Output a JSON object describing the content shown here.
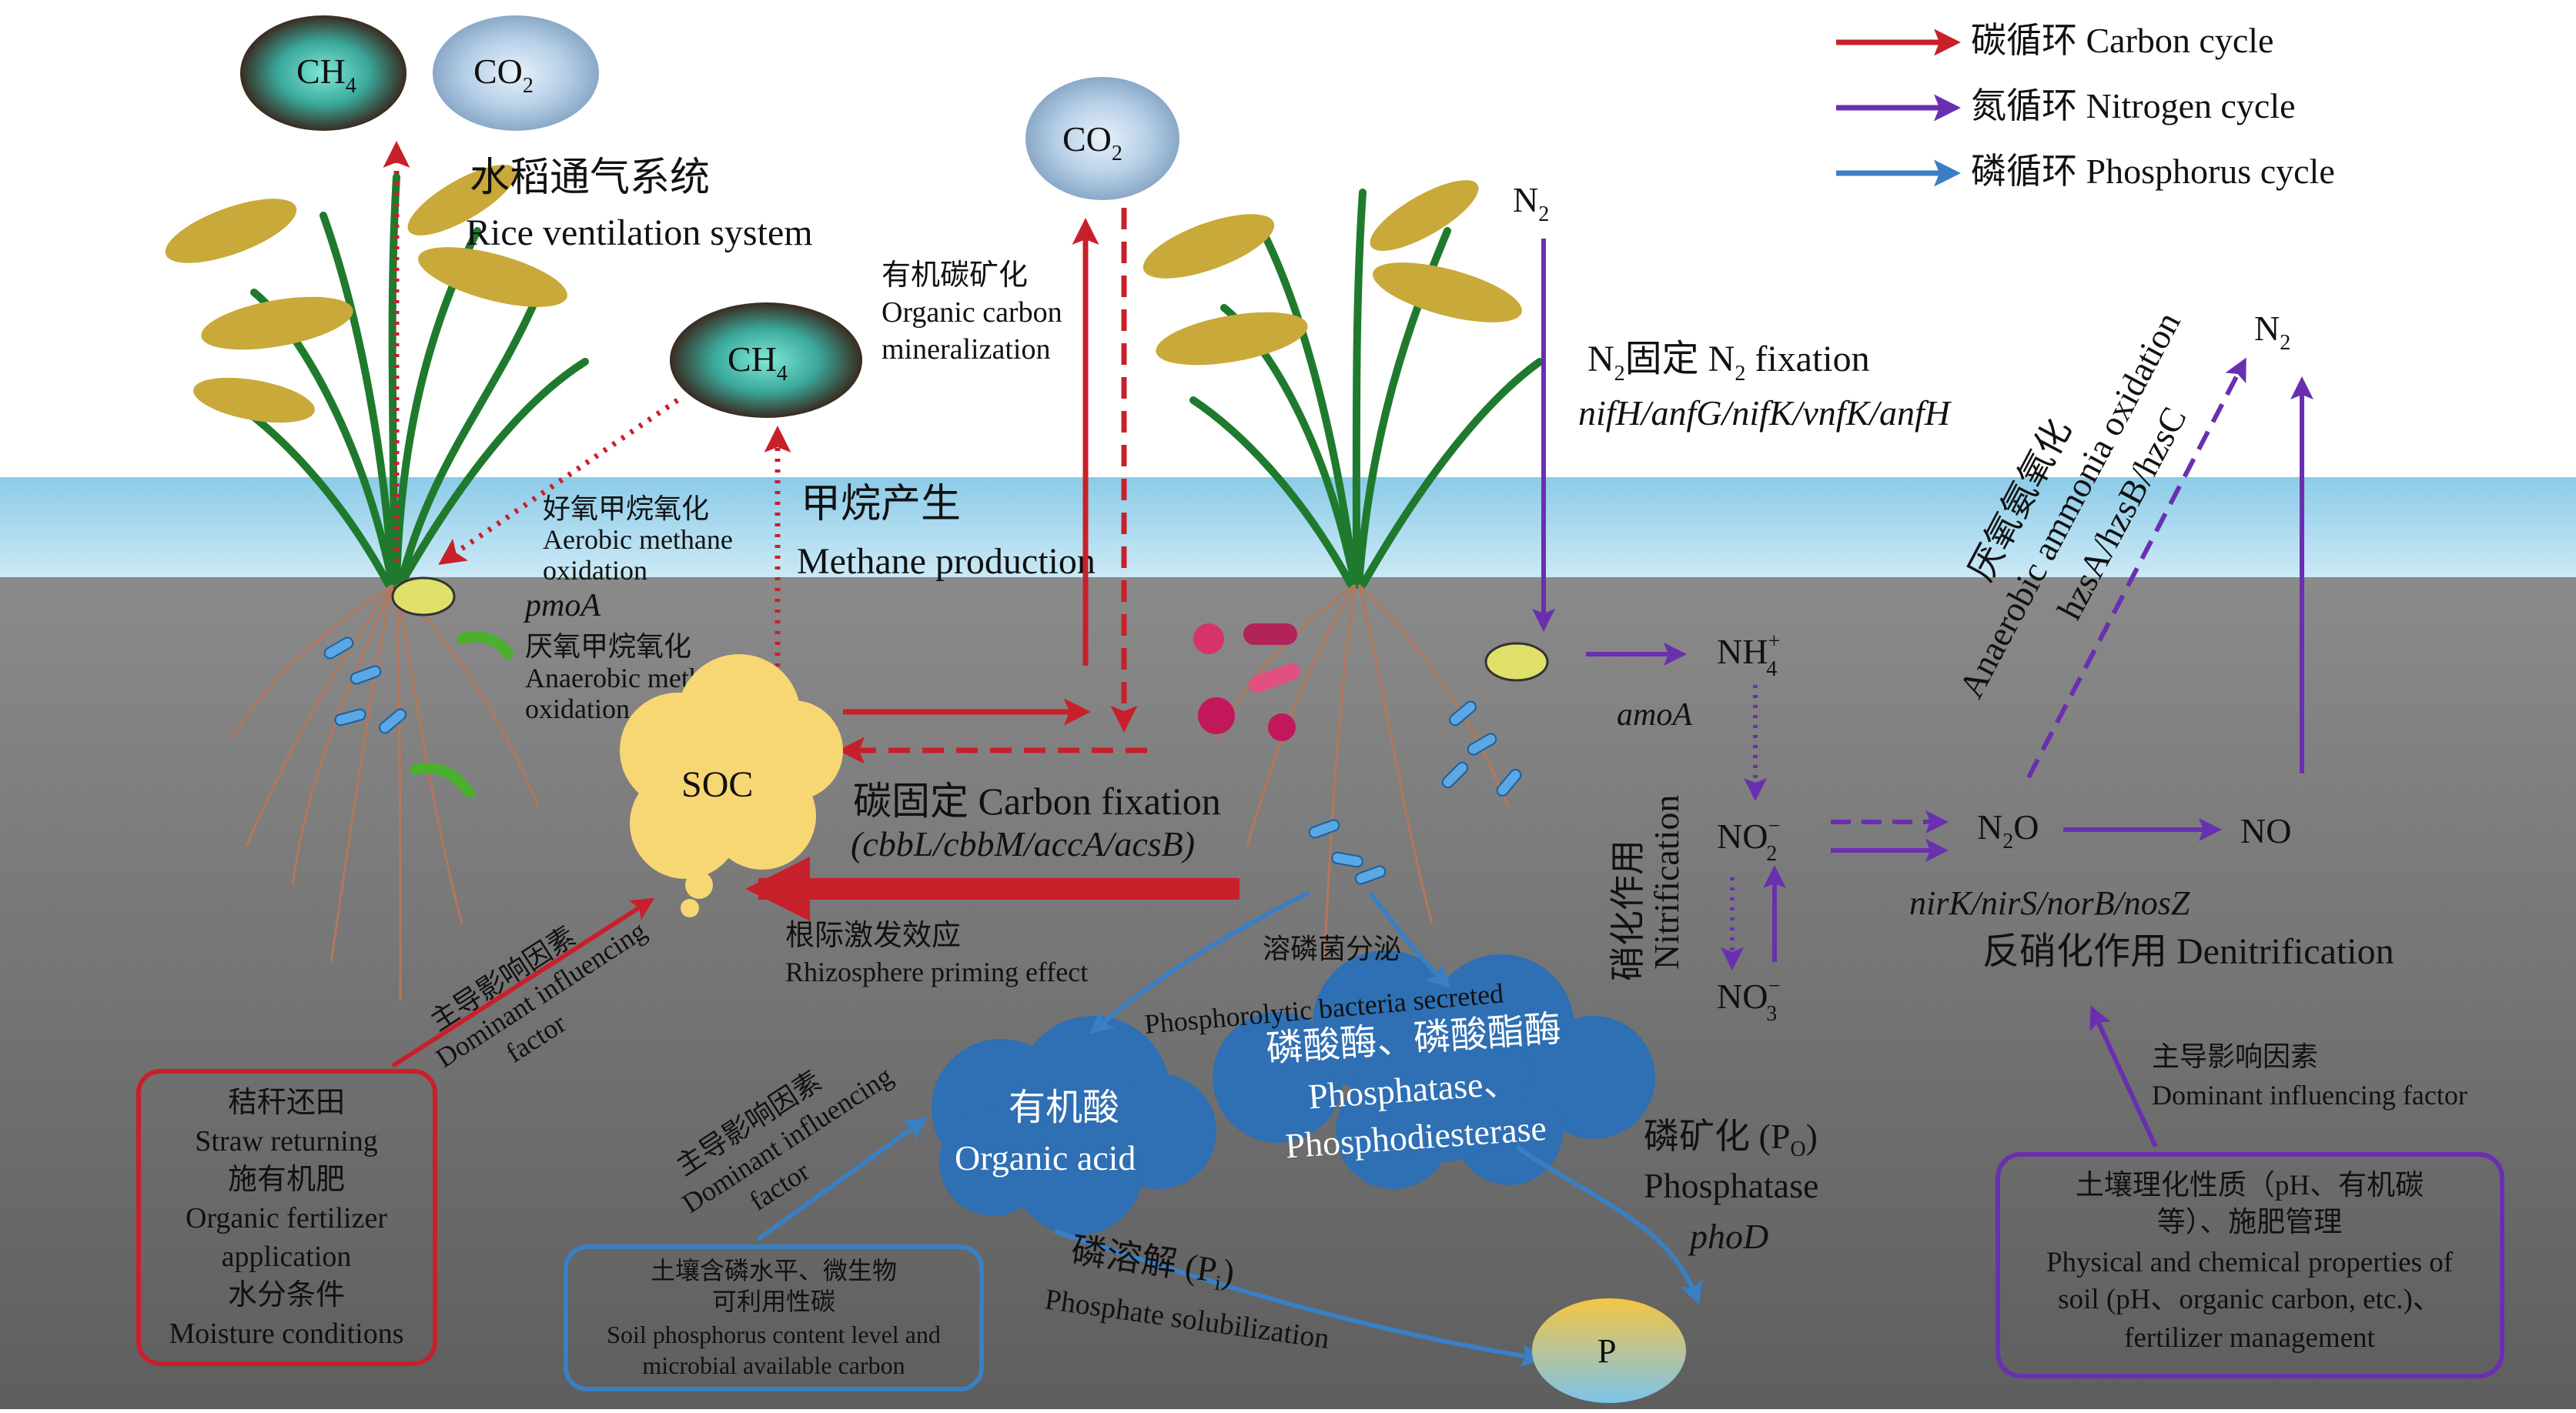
{
  "legend": {
    "carbon": "碳循环 Carbon cycle",
    "nitrogen": "氮循环 Nitrogen cycle",
    "phosphorus": "磷循环 Phosphorus cycle"
  },
  "colors": {
    "carbon": "#c8202a",
    "nitrogen": "#6a2fb0",
    "phosphorus": "#3a7fc4",
    "sky": "#ffffff",
    "water": "#9fd3ec",
    "soil": "#6e6e6e",
    "soc": "#f7d774",
    "enzyme_cloud": "#2f6fb3"
  },
  "gases": {
    "ch4_top": "CH",
    "co2_top": "CO",
    "ch4_mid": "CH",
    "co2_mid": "CO",
    "sub4": "4",
    "sub2": "2"
  },
  "carbon": {
    "ventilation_cn": "水稻通气系统",
    "ventilation_en": "Rice ventilation system",
    "mineralization_cn": "有机碳矿化",
    "mineralization_en1": "Organic carbon",
    "mineralization_en2": "mineralization",
    "aerobic_cn": "好氧甲烷氧化",
    "aerobic_en1": "Aerobic methane",
    "aerobic_en2": "oxidation",
    "pmoa": "pmoA",
    "anaerobic_cn": "厌氧甲烷氧化",
    "anaerobic_en1": "Anaerobic methane",
    "anaerobic_en2": "oxidation",
    "methane_cn": "甲烷产生",
    "methane_en": "Methane production",
    "soc": "SOC",
    "fixation": "碳固定 Carbon fixation",
    "fixation_genes": "(cbbL/cbbM/accA/acsB)",
    "priming_cn": "根际激发效应",
    "priming_en": "Rhizosphere priming effect",
    "dominant_cn": "主导影响因素",
    "dominant_en1": "Dominant influencing",
    "dominant_en2": "factor"
  },
  "carbon_box": [
    "秸秆还田",
    "Straw returning",
    "施有机肥",
    "Organic fertilizer",
    "application",
    "水分条件",
    "Moisture conditions"
  ],
  "nitrogen": {
    "n2_top": "N",
    "n2_sub": "2",
    "fixation_label": "固定 N",
    "fixation_suffix": " fixation",
    "fixation_genes": "nifH/anfG/nifK/vnfK/anfH",
    "nh4": "NH",
    "nh4_sub": "4",
    "nh4_sup": "+",
    "amoa": "amoA",
    "nitrification_cn": "硝化作用",
    "nitrification_en": "Nitrification",
    "no2": "NO",
    "no2_sub": "2",
    "no2_sup": "−",
    "no3": "NO",
    "no3_sub": "3",
    "no3_sup": "−",
    "n2o": "N",
    "n2o_sub": "2",
    "n2o_end": "O",
    "no": "NO",
    "n2_right": "N",
    "n2_right_sub": "2",
    "anammox_cn": "厌氧氨氧化",
    "anammox_en": "Anaerobic ammonia oxidation",
    "anammox_genes": "hzsA/hzsB/hzsC",
    "denit_genes": "nirK/nirS/norB/nosZ",
    "denit_label": "反硝化作用 Denitrification",
    "dominant_cn": "主导影响因素",
    "dominant_en": "Dominant influencing factor"
  },
  "nitrogen_box": [
    "土壤理化性质（pH、有机碳",
    "等）、施肥管理",
    "Physical and chemical properties of",
    "soil (pH、organic carbon, etc.)、",
    "fertilizer management"
  ],
  "phosphorus": {
    "secreted_cn": "溶磷菌分泌",
    "secreted_en": "Phosphorolytic bacteria secreted",
    "enzyme_cn": "磷酸酶、磷酸酯酶",
    "enzyme_en1": "Phosphatase、",
    "enzyme_en2": "Phosphodiesterase",
    "acid_cn": "有机酸",
    "acid_en": "Organic acid",
    "mineral_cn": "磷矿化 (P",
    "mineral_sub": "O",
    "mineral_end": ")",
    "phosphatase": "Phosphatase",
    "phod": "phoD",
    "solub_cn": "磷溶解 (P",
    "solub_sub": "i",
    "solub_end": ")",
    "solub_en": "Phosphate solubilization",
    "p": "P",
    "dominant_cn": "主导影响因素",
    "dominant_en1": "Dominant influencing",
    "dominant_en2": "factor"
  },
  "phosphorus_box": [
    "土壤含磷水平、微生物",
    "可利用性碳",
    "Soil phosphorus content level and",
    "microbial available carbon"
  ]
}
